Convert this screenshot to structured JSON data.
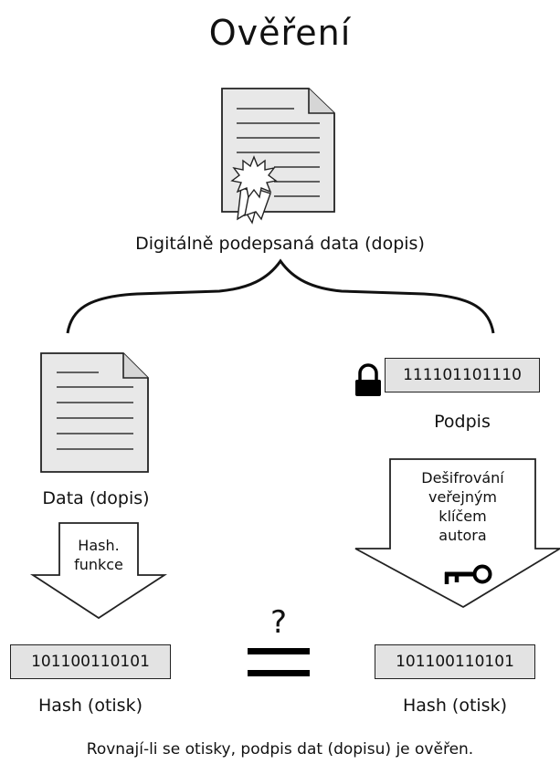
{
  "title": "Ověření",
  "signed_caption": "Digitálně podepsaná data (dopis)",
  "data_caption": "Data (dopis)",
  "signature_bits": "111101101110",
  "signature_caption": "Podpis",
  "hash_arrow_lines": [
    "Hash.",
    "funkce"
  ],
  "decrypt_arrow_lines": [
    "Dešifrování",
    "veřejným",
    "klíčem",
    "autora"
  ],
  "question_mark": "?",
  "hash_left_bits": "101100110101",
  "hash_right_bits": "101100110101",
  "hash_left_caption": "Hash (otisk)",
  "hash_right_caption": "Hash (otisk)",
  "footer": "Rovnají-li se otisky, podpis dat (dopisu) je ověřen."
}
